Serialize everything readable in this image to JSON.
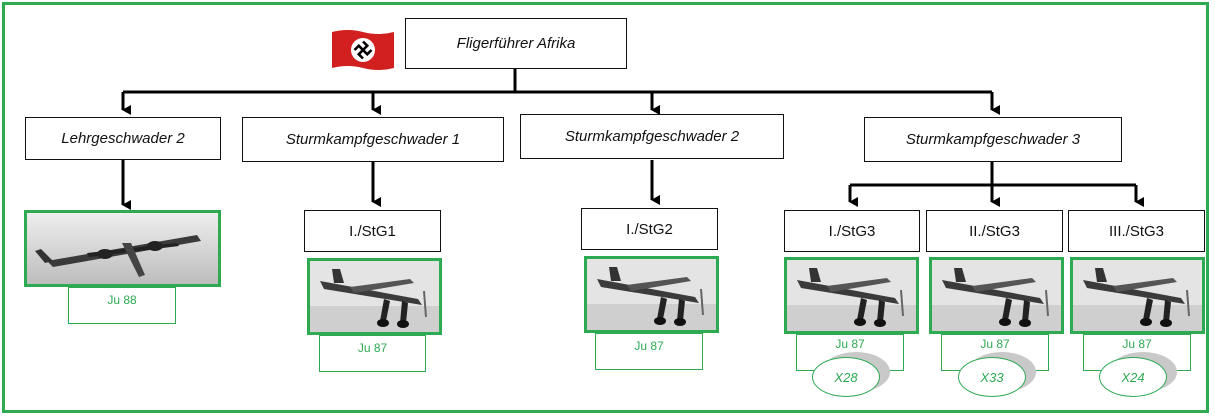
{
  "hq": {
    "title": "Fligerführer Afrika"
  },
  "wings": [
    {
      "name": "Lehrgeschwader 2"
    },
    {
      "name": "Sturmkampfgeschwader 1"
    },
    {
      "name": "Sturmkampfgeschwader 2"
    },
    {
      "name": "Sturmkampfgeschwader 3"
    }
  ],
  "groups": [
    {
      "name": "I./StG1",
      "aircraft": "Ju 87"
    },
    {
      "name": "I./StG2",
      "aircraft": "Ju 87"
    },
    {
      "name": "I./StG3",
      "aircraft": "Ju 87",
      "count": "X28"
    },
    {
      "name": "II./StG3",
      "aircraft": "Ju 87",
      "count": "X33"
    },
    {
      "name": "III./StG3",
      "aircraft": "Ju 87",
      "count": "X24"
    }
  ],
  "lg2_aircraft": "Ju 88",
  "colors": {
    "accent": "#2eaa53",
    "flag_red": "#d1201f",
    "line": "#000000"
  }
}
